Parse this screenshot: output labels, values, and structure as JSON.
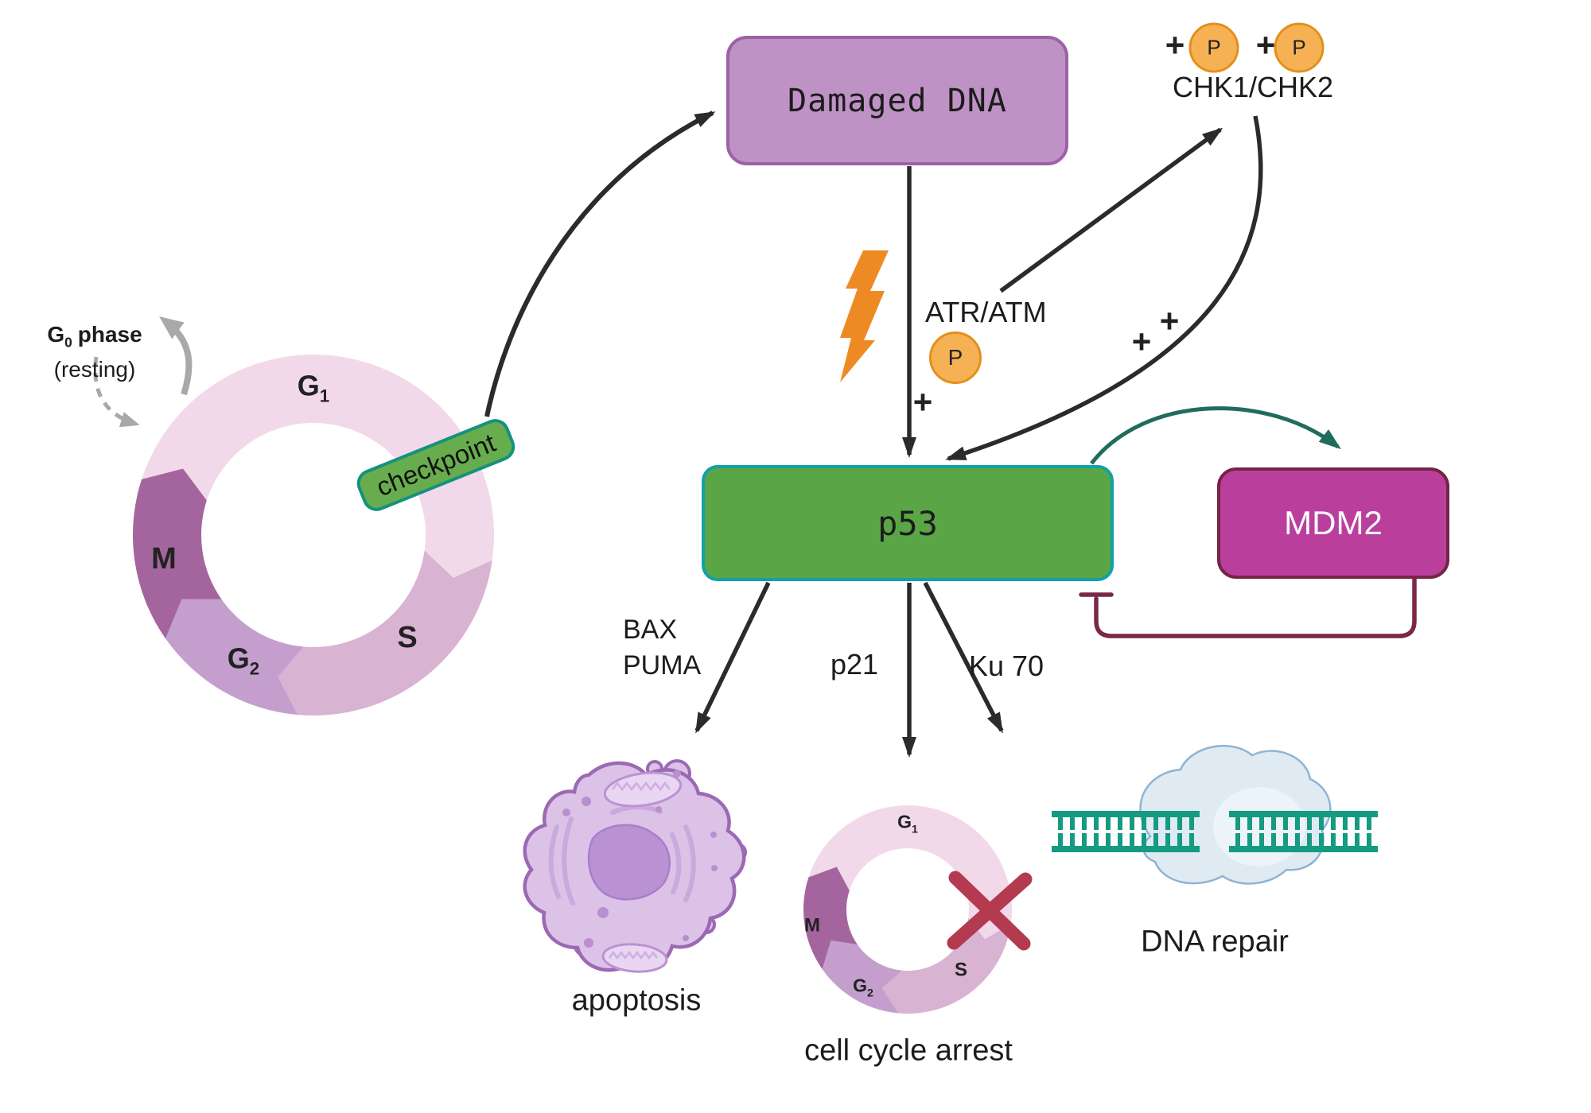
{
  "colors": {
    "box_damaged_fill": "#bf92c5",
    "box_damaged_border": "#9d61a6",
    "box_p53_fill": "#5aa647",
    "box_p53_border": "#12a1a6",
    "box_mdm2_fill": "#ba3f9d",
    "box_mdm2_border": "#742445",
    "checkpoint_fill": "#67ad4d",
    "checkpoint_border": "#15917f",
    "phosphate_fill": "#f6b155",
    "phosphate_border": "#e2901c",
    "lightning": "#ed8a23",
    "arrow_black": "#2b2b2b",
    "arrow_teal": "#206c5d",
    "inhibit": "#7a2748",
    "gray": "#a9a9a9",
    "red_x": "#b43a50",
    "dna": "#149b81",
    "cloud_fill": "#dfeaf3",
    "cloud_stroke": "#8fb4d4",
    "cell_fill": "#dcc2e7",
    "cell_stroke": "#9c69b4",
    "nucleus": "#ba92d4"
  },
  "cycle": {
    "phases": [
      {
        "base": "G",
        "sub": "1",
        "from": 162,
        "to": -8,
        "color": "#f2d9e9"
      },
      {
        "base": "S",
        "sub": "",
        "from": -8,
        "to": -95,
        "color": "#d9b3d2"
      },
      {
        "base": "G",
        "sub": "2",
        "from": -95,
        "to": -145,
        "color": "#c49fce"
      },
      {
        "base": "M",
        "sub": "",
        "from": -145,
        "to": -198,
        "color": "#a4659f"
      }
    ]
  },
  "g0": {
    "base": "G",
    "sub": "0",
    "rest": "phase",
    "note": "(resting)"
  },
  "checkpoint": {
    "label": "checkpoint"
  },
  "boxes": {
    "damaged_dna": "Damaged DNA",
    "p53": "p53",
    "mdm2": "MDM2"
  },
  "signals": {
    "atr_atm": "ATR/ATM",
    "chk": "CHK1/CHK2",
    "phosphate": "P",
    "plus": "+"
  },
  "effectors": {
    "bax": "BAX",
    "puma": "PUMA",
    "p21": "p21",
    "ku70": "Ku 70"
  },
  "outcomes": {
    "apoptosis": "apoptosis",
    "cell_cycle_arrest": "cell cycle arrest",
    "dna_repair": "DNA repair"
  }
}
